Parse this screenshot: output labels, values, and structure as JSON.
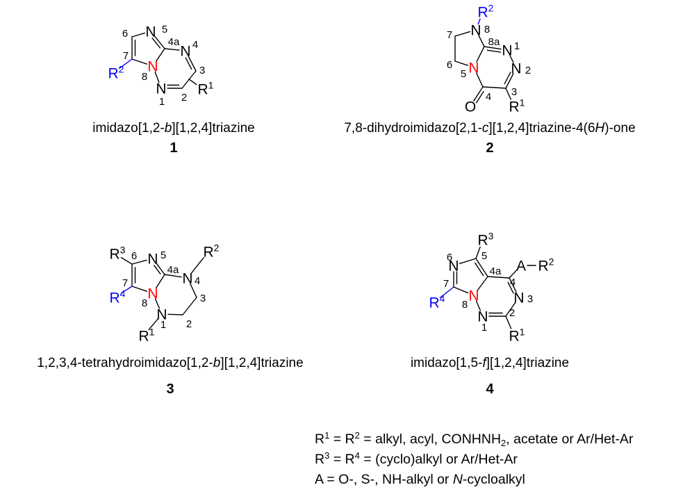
{
  "colors": {
    "ring_nitrogen": "#ff0000",
    "substituent": "#0000ff",
    "default": "#000000"
  },
  "structures": [
    {
      "number": "1",
      "name": [
        {
          "t": "imidazo[1,2-"
        },
        {
          "t": "b",
          "i": true
        },
        {
          "t": "][1,2,4]triazine"
        }
      ],
      "atoms": [
        {
          "t": "N"
        },
        {
          "t": "N"
        },
        {
          "t": "N",
          "color": "#ff0000"
        },
        {
          "t": "N"
        },
        {
          "t": "R",
          "sup": "2",
          "color": "#0000ff"
        },
        {
          "t": "R",
          "sup": "1"
        }
      ],
      "locants": [
        "5",
        "6",
        "4a",
        "4",
        "7",
        "8",
        "3",
        "2",
        "1"
      ]
    },
    {
      "number": "2",
      "name": [
        {
          "t": "7,8-dihydroimidazo[2,1-"
        },
        {
          "t": "c",
          "i": true
        },
        {
          "t": "][1,2,4]triazine-4(6"
        },
        {
          "t": "H",
          "i": true
        },
        {
          "t": ")-one"
        }
      ],
      "atoms": [
        {
          "t": "R",
          "sup": "2",
          "color": "#0000ff"
        },
        {
          "t": "N"
        },
        {
          "t": "N"
        },
        {
          "t": "N",
          "color": "#ff0000"
        },
        {
          "t": "N"
        },
        {
          "t": "O"
        },
        {
          "t": "R",
          "sup": "1"
        }
      ],
      "locants": [
        "8",
        "7",
        "8a",
        "1",
        "6",
        "5",
        "2",
        "4",
        "3"
      ]
    },
    {
      "number": "3",
      "name": [
        {
          "t": "1,2,3,4-tetrahydroimidazo[1,2-"
        },
        {
          "t": "b",
          "i": true
        },
        {
          "t": "][1,2,4]triazine"
        }
      ],
      "atoms": [
        {
          "t": "R",
          "sup": "3"
        },
        {
          "t": "N"
        },
        {
          "t": "N"
        },
        {
          "t": "R",
          "sup": "2"
        },
        {
          "t": "N",
          "color": "#ff0000"
        },
        {
          "t": "N"
        },
        {
          "t": "R",
          "sup": "4",
          "color": "#0000ff"
        },
        {
          "t": "R",
          "sup": "1"
        }
      ],
      "locants": [
        "6",
        "5",
        "4a",
        "4",
        "7",
        "8",
        "3",
        "2",
        "1"
      ]
    },
    {
      "number": "4",
      "name": [
        {
          "t": "imidazo[1,5-"
        },
        {
          "t": "f",
          "i": true
        },
        {
          "t": "][1,2,4]triazine"
        }
      ],
      "atoms": [
        {
          "t": "R",
          "sup": "3"
        },
        {
          "t": "N"
        },
        {
          "t": "A"
        },
        {
          "t": "R",
          "sup": "2"
        },
        {
          "t": "N",
          "color": "#ff0000"
        },
        {
          "t": "N"
        },
        {
          "t": "R",
          "sup": "4",
          "color": "#0000ff"
        },
        {
          "t": "N"
        },
        {
          "t": "R",
          "sup": "1"
        }
      ],
      "locants": [
        "5",
        "6",
        "4a",
        "4",
        "7",
        "8",
        "3",
        "2",
        "1"
      ]
    }
  ],
  "legend": [
    [
      {
        "t": "R"
      },
      {
        "t": "1",
        "s": "sup"
      },
      {
        "t": " = R"
      },
      {
        "t": "2",
        "s": "sup"
      },
      {
        "t": " = alkyl, acyl, CONHNH"
      },
      {
        "t": "2",
        "s": "sub"
      },
      {
        "t": ", acetate or Ar/Het-Ar"
      }
    ],
    [
      {
        "t": "R"
      },
      {
        "t": "3",
        "s": "sup"
      },
      {
        "t": " = R"
      },
      {
        "t": "4",
        "s": "sup"
      },
      {
        "t": " = (cyclo)alkyl or Ar/Het-Ar"
      }
    ],
    [
      {
        "t": "A = O-, S-, NH-alkyl or "
      },
      {
        "t": "N",
        "s": "i"
      },
      {
        "t": "-cycloalkyl"
      }
    ]
  ]
}
